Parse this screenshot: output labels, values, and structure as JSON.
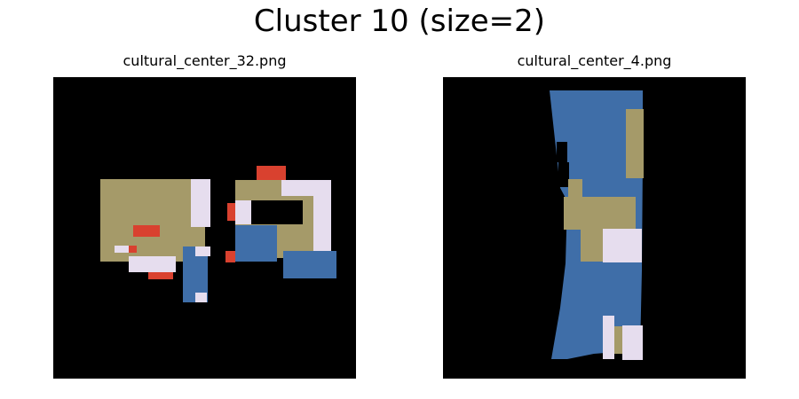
{
  "figure": {
    "title": "Cluster 10 (size=2)"
  },
  "panels": [
    {
      "filename": "cultural_center_32.png"
    },
    {
      "filename": "cultural_center_4.png"
    }
  ],
  "colors": {
    "background": "#000000",
    "tan": "#a59a69",
    "blue": "#3f6ea8",
    "lavender": "#e6ddee",
    "red": "#d9412f"
  }
}
